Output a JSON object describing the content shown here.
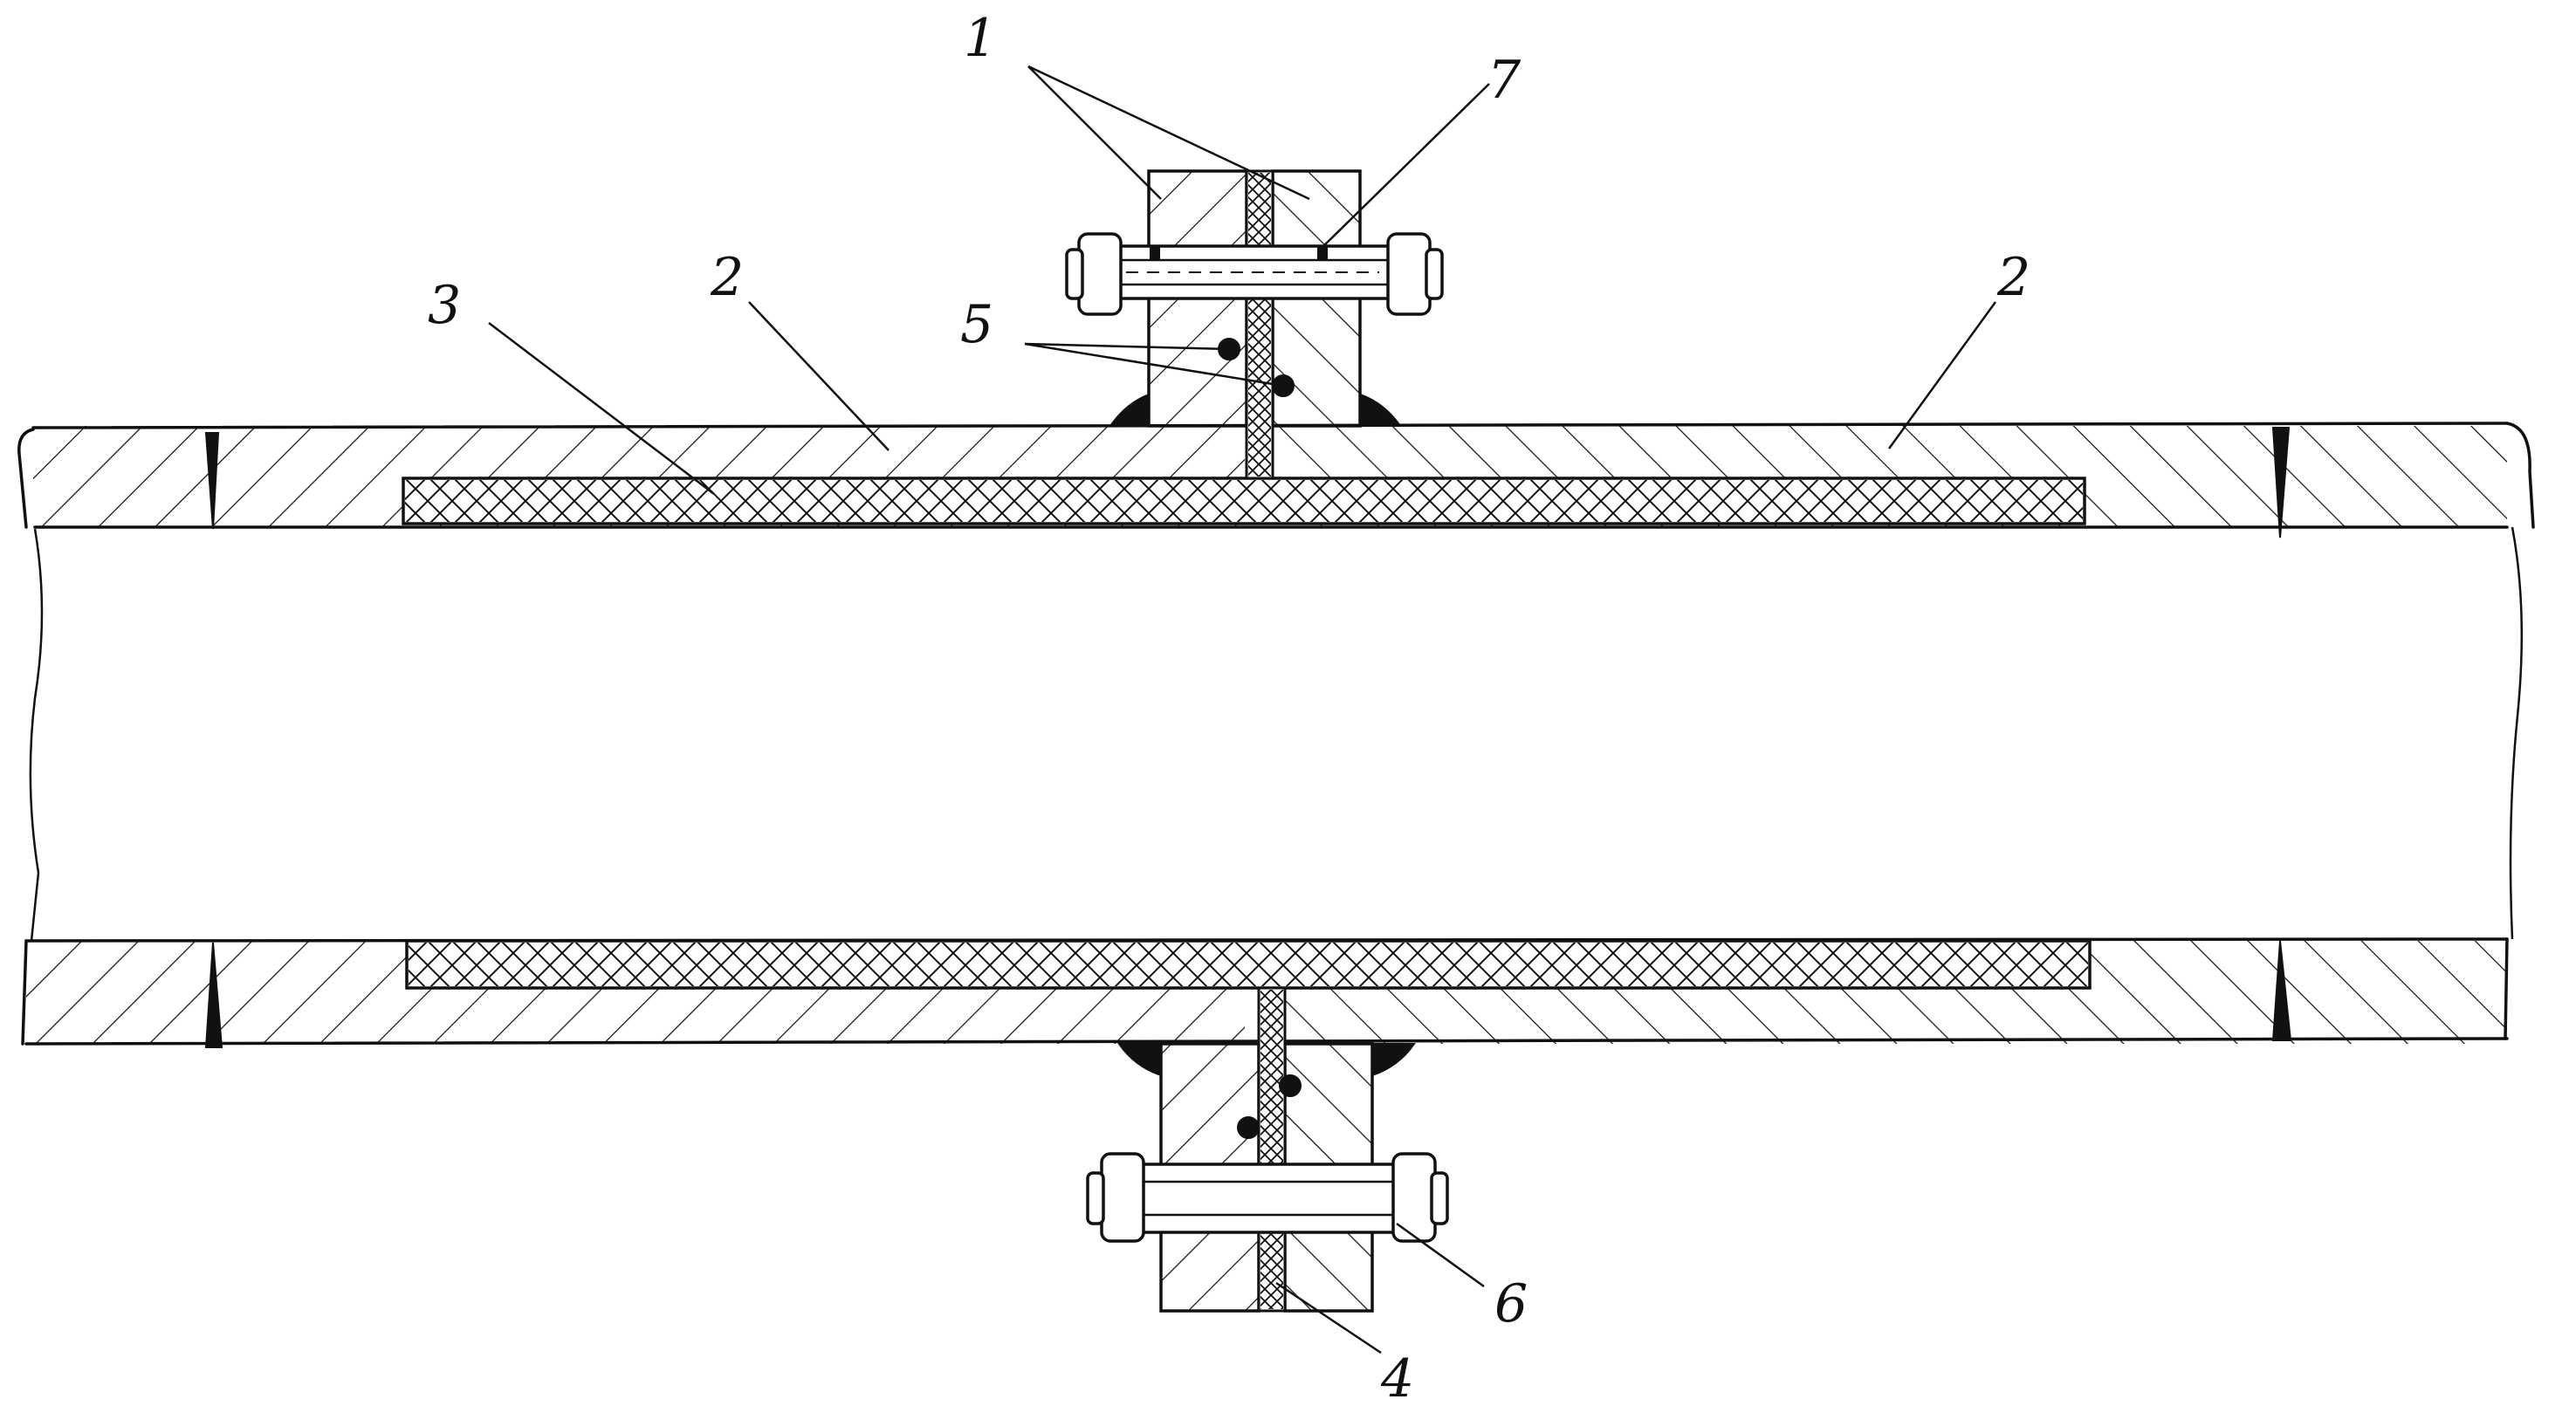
{
  "labels": {
    "flange_halves": "1",
    "pipe_left": "2",
    "pipe_right": "2",
    "liner": "3",
    "gasket": "4",
    "welds": "5",
    "nut": "6",
    "bolt_seal": "7"
  }
}
